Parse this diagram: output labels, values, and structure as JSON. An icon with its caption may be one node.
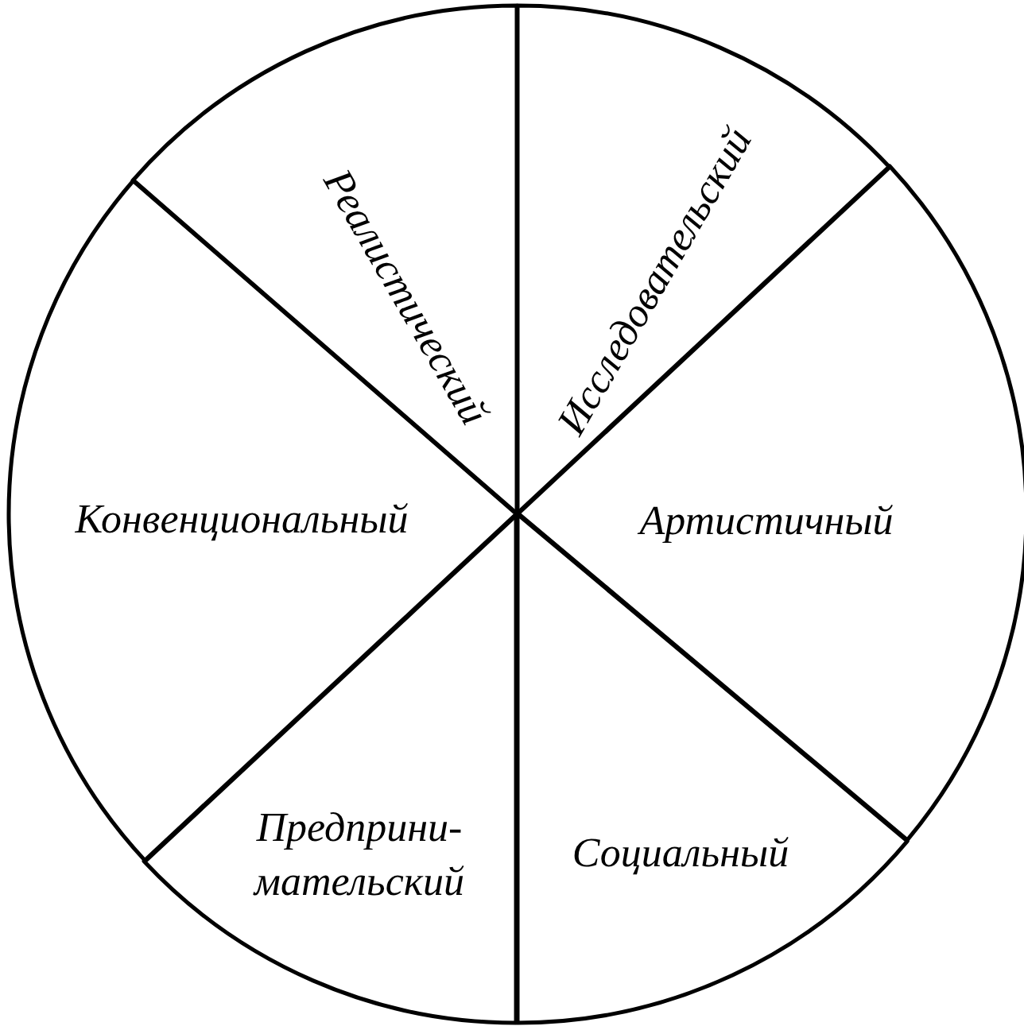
{
  "diagram": {
    "nodes": [
      {
        "text": [
          "Реалистический"
        ]
      },
      {
        "text": [
          "Исследовательский"
        ]
      },
      {
        "text": [
          "Артистичный"
        ]
      },
      {
        "text": [
          "Социальный"
        ]
      },
      {
        "text": [
          "Предприни- мательский"
        ]
      },
      {
        "text": [
          "Конвенциональный"
        ]
      }
    ]
  }
}
